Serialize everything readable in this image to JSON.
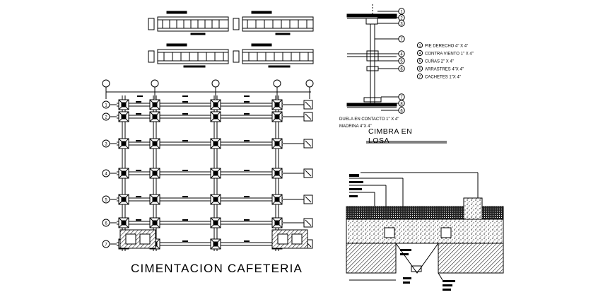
{
  "plan": {
    "title": "CIMENTACION CAFETERIA",
    "axis_bubbles": [
      "1",
      "2",
      "3",
      "4",
      "5",
      "6",
      "7"
    ]
  },
  "formwork": {
    "title_line1": "CIMBRA EN",
    "title_line2": "LOSA",
    "legend": [
      {
        "num": "1",
        "text": "PIE DERECHO 4\" X 4\""
      },
      {
        "num": "4",
        "text": "CONTRA VIENTO 1\" X 4\""
      },
      {
        "num": "5",
        "text": "CUÑAS 2\" X 4\""
      },
      {
        "num": "6",
        "text": "ARRASTRES 4\"X 4\""
      },
      {
        "num": "7",
        "text": "CACHETES 1\"X 4\""
      }
    ],
    "bottom_notes": [
      "DUELA EN CONTACTO 1\" X 4\"",
      "MADRINA 4\"X 4\""
    ],
    "callouts_top": [
      "1",
      "2",
      "3"
    ],
    "callout_mid": "7",
    "callouts_side": [
      "4",
      "5",
      "6"
    ],
    "callouts_bottom": [
      "7",
      "8",
      "6"
    ]
  },
  "colors": {
    "line": "#000000",
    "background": "#ffffff"
  }
}
